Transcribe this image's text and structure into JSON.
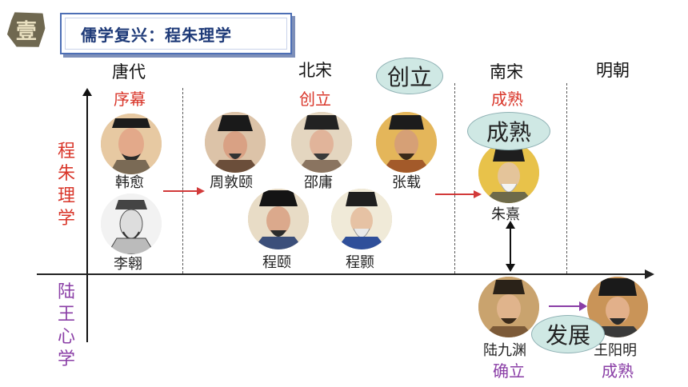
{
  "header": {
    "badge": "壹",
    "title": "儒学复兴：程朱理学"
  },
  "dynasties": {
    "tang": {
      "name": "唐代",
      "stage": "序幕"
    },
    "beisong": {
      "name": "北宋",
      "stage": "创立"
    },
    "nansong": {
      "name": "南宋",
      "stage": "成熟"
    },
    "ming": {
      "name": "明朝"
    }
  },
  "schools": {
    "chengzhu": "程朱理学",
    "luwang": "陆王心学"
  },
  "people": {
    "hanyu": "韩愈",
    "liao": "李翱",
    "zhoudunyi": "周敦颐",
    "shaoyong": "邵庸",
    "zhangzai": "张载",
    "chengyi": "程颐",
    "chenghao": "程颢",
    "zhuxi": "朱熹",
    "lujiuyuan": "陆九渊",
    "wangyangming": "王阳明"
  },
  "callouts": {
    "chuangli": "创立",
    "chengshu": "成熟",
    "fazhan": "发展"
  },
  "luwang_stages": {
    "lujiuyuan": "确立",
    "wangyangming": "成熟"
  },
  "colors": {
    "title_text": "#1e3a78",
    "stage_red": "#d9362a",
    "stage_purple": "#8a3ea6",
    "callout_fill": "#cfe8e4",
    "arrow_red": "#d23a3a",
    "arrow_purple": "#8a3ea6"
  }
}
